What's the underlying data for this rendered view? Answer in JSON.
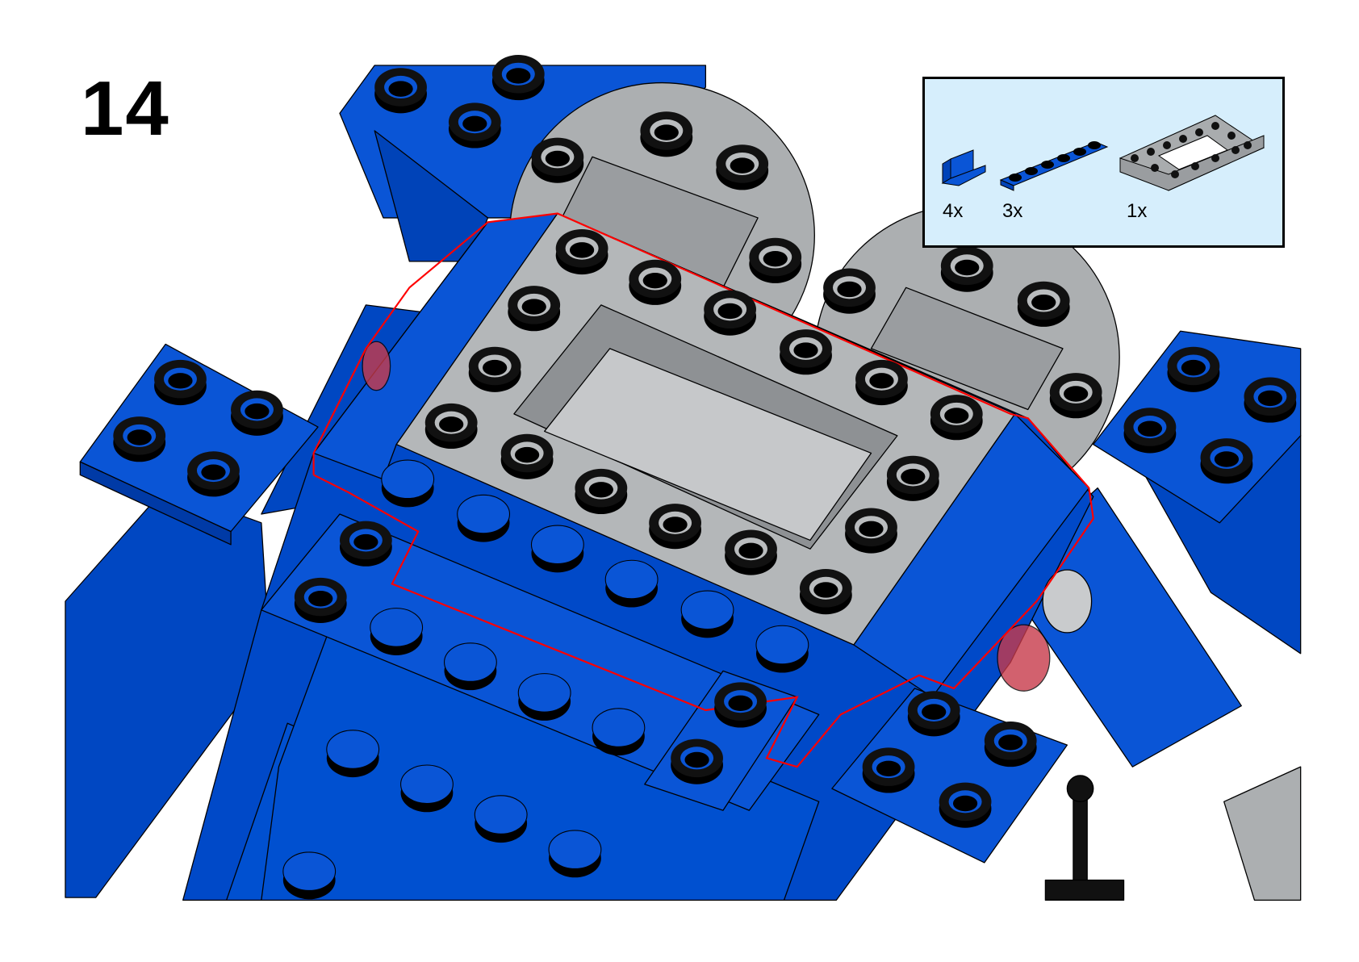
{
  "step": {
    "number": "14"
  },
  "parts_list": {
    "items": [
      {
        "name": "blue-bracket-1x2",
        "quantity": "4x",
        "color": "#0a4fd0"
      },
      {
        "name": "blue-plate-1x6",
        "quantity": "3x",
        "color": "#0a4fd0"
      },
      {
        "name": "grey-technic-brick-4x6-open",
        "quantity": "1x",
        "color": "#a9acae"
      }
    ]
  },
  "colors": {
    "blue": "#0a55d6",
    "blue_dark": "#0043b8",
    "grey": "#acafb1",
    "highlight": "#ff0000",
    "parts_bg": "#d6eefc"
  }
}
